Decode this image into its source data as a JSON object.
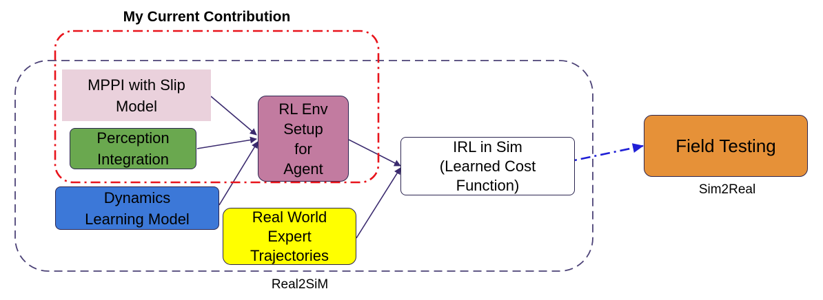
{
  "colors": {
    "group_border": "#4b4176",
    "contribution_border": "#e8131b",
    "edge": "#3a2a6e",
    "dashed_edge": "#1f1fd6",
    "mppi_fill": "#ead1dc",
    "perception_fill": "#6aa84f",
    "dynamics_fill": "#3c78d8",
    "rlenv_fill": "#c27ba0",
    "expert_fill": "#ffff00",
    "irl_fill": "#ffffff",
    "field_fill": "#e69138"
  },
  "contribution": {
    "title": "My Current Contribution"
  },
  "groups": {
    "real2sim": "Real2SiM",
    "sim2real": "Sim2Real"
  },
  "nodes": {
    "mppi": "MPPI with Slip\nModel",
    "perception": "Perception\nIntegration",
    "dynamics": "Dynamics\nLearning Model",
    "rlenv": "RL Env\nSetup\nfor\nAgent",
    "expert": "Real World\nExpert\nTrajectories",
    "irl": "IRL in Sim\n(Learned Cost\nFunction)",
    "field": "Field Testing"
  }
}
